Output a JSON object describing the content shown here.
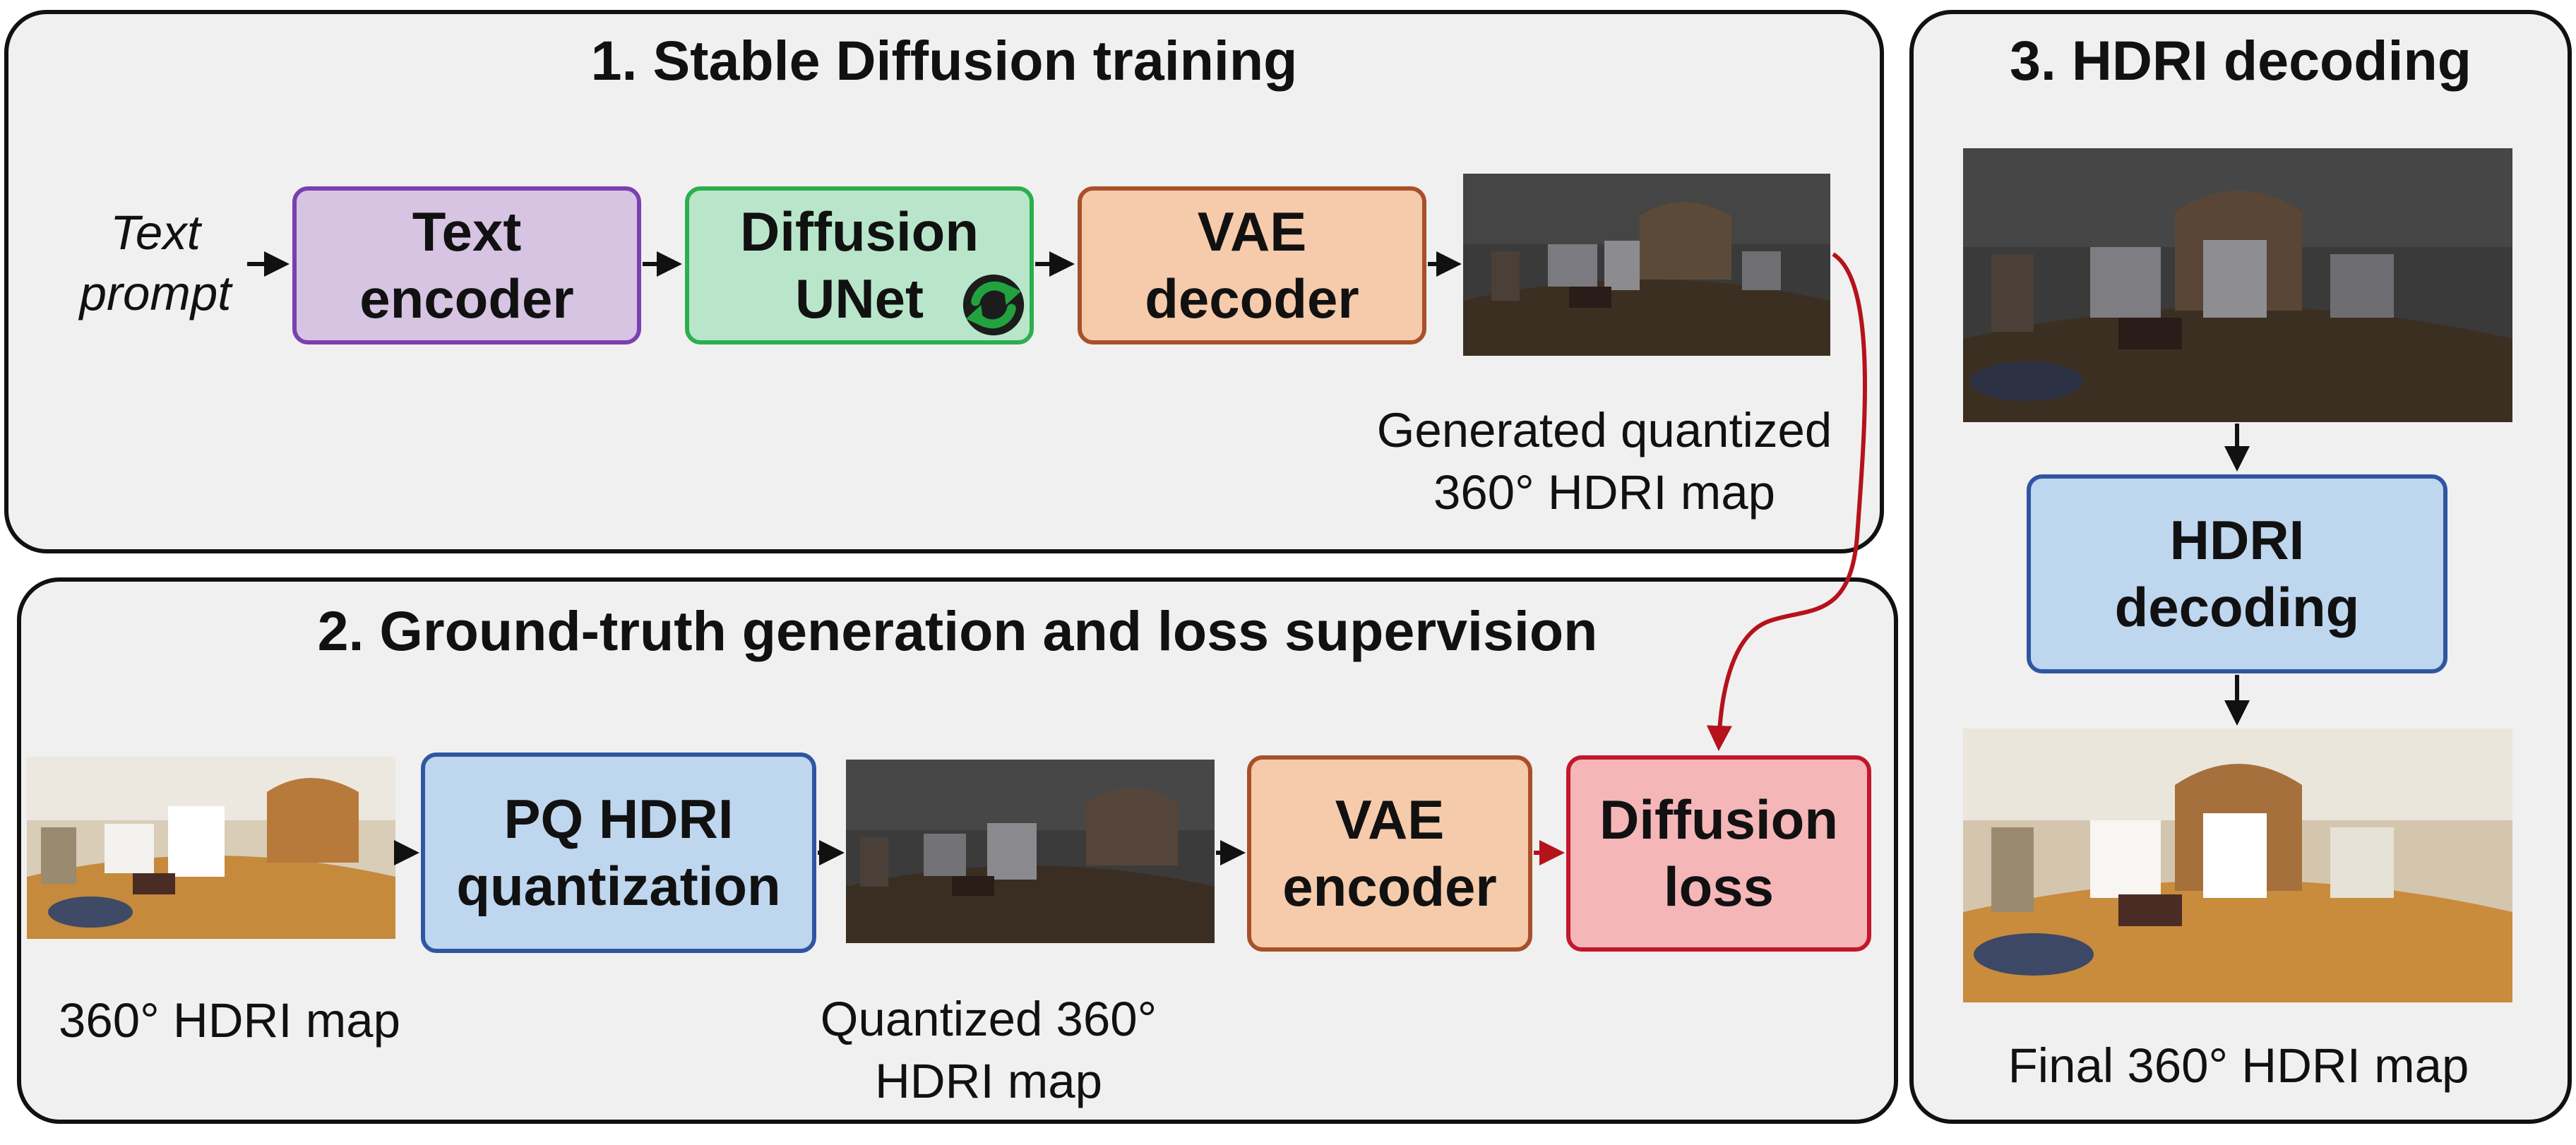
{
  "panels": {
    "training": {
      "title": "1. Stable Diffusion training"
    },
    "supervision": {
      "title": "2. Ground-truth generation and loss supervision"
    },
    "decoding": {
      "title": "3. HDRI decoding"
    }
  },
  "training": {
    "prompt": "Text\nprompt",
    "text_encoder": "Text\nencoder",
    "diffusion_unet": "Diffusion\nUNet",
    "vae_decoder": "VAE\ndecoder",
    "generated_caption": "Generated quantized\n360° HDRI map"
  },
  "supervision": {
    "hdri_caption": "360° HDRI map",
    "pq_quantization": "PQ HDRI\nquantization",
    "quantized_caption": "Quantized 360°\nHDRI map",
    "vae_encoder": "VAE\nencoder",
    "diffusion_loss": "Diffusion\nloss"
  },
  "decoding": {
    "hdri_decoding": "HDRI\ndecoding",
    "final_caption": "Final 360° HDRI map"
  },
  "colors": {
    "panel_bg": "#f0f0f0",
    "arrow": "#111111",
    "loss_arrow": "#b5121b",
    "refresh_icon": "#22a23e"
  },
  "icons": [
    "refresh-icon"
  ]
}
